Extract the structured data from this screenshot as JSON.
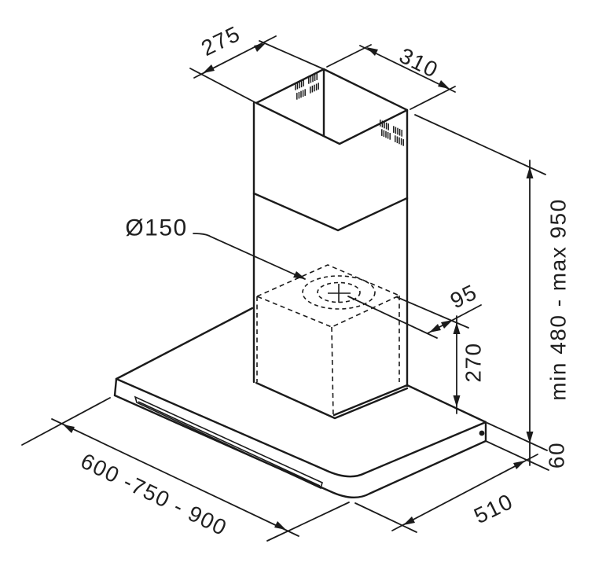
{
  "diagram": {
    "labels": {
      "chimney_depth": "275",
      "chimney_width": "310",
      "duct_diameter": "Ø150",
      "duct_center_offset": "95",
      "motor_body_height": "270",
      "chimney_height_range": "min 480 - max 950",
      "canopy_thickness": "60",
      "canopy_width_options": "600 -750 - 900",
      "canopy_depth": "510"
    },
    "colors": {
      "line": "#1b1b1b",
      "background": "#ffffff"
    }
  }
}
